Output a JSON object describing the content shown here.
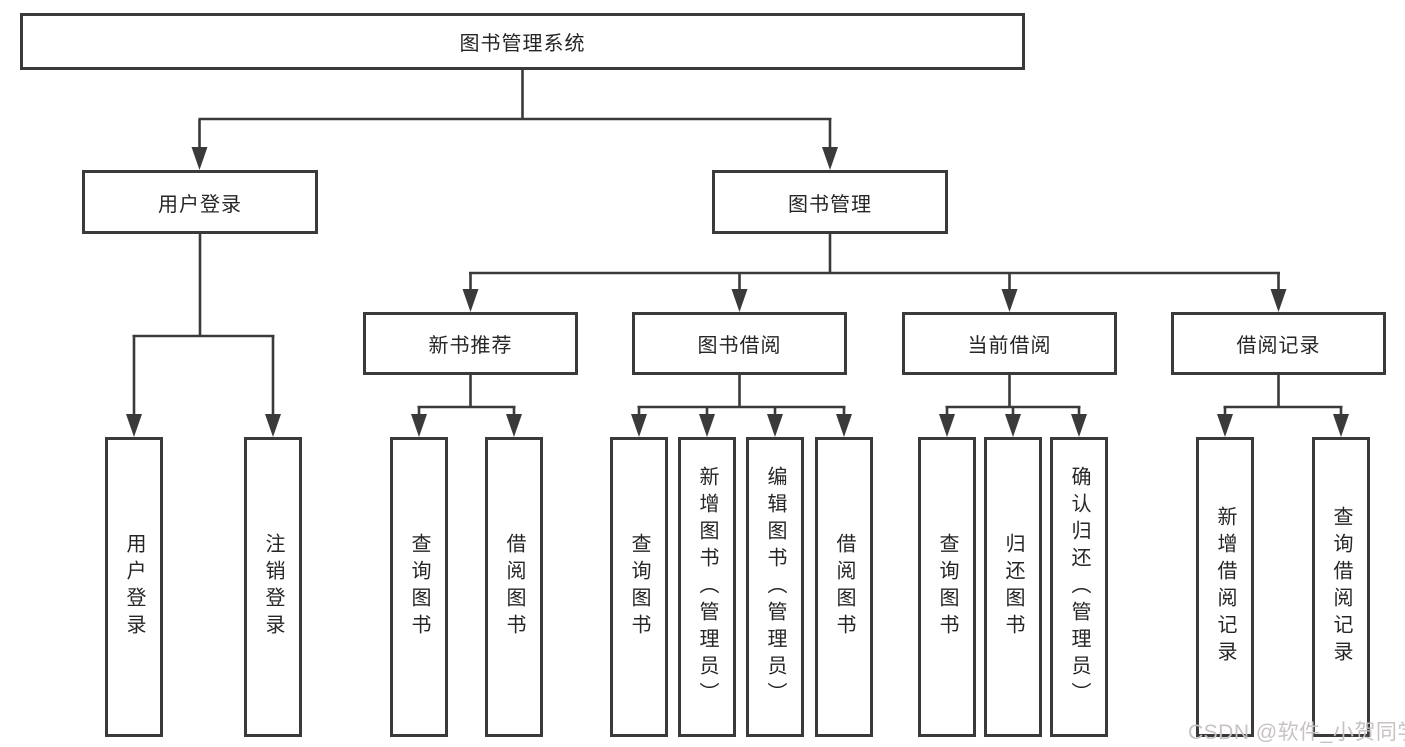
{
  "diagram": {
    "root": {
      "label": "图书管理系统"
    },
    "level2": [
      {
        "label": "用户登录"
      },
      {
        "label": "图书管理"
      }
    ],
    "level3": [
      {
        "label": "新书推荐"
      },
      {
        "label": "图书借阅"
      },
      {
        "label": "当前借阅"
      },
      {
        "label": "借阅记录"
      }
    ],
    "leaves": [
      {
        "label": "用户登录"
      },
      {
        "label": "注销登录"
      },
      {
        "label": "查询图书"
      },
      {
        "label": "借阅图书"
      },
      {
        "label": "查询图书"
      },
      {
        "label": "新增图书（管理员）"
      },
      {
        "label": "编辑图书（管理员）"
      },
      {
        "label": "借阅图书"
      },
      {
        "label": "查询图书"
      },
      {
        "label": "归还图书"
      },
      {
        "label": "确认归还（管理员）"
      },
      {
        "label": "新增借阅记录"
      },
      {
        "label": "查询借阅记录"
      }
    ]
  },
  "watermark": {
    "text": "CSDN @软件_小贺同学"
  },
  "colors": {
    "line": "#3a3a3a",
    "text": "#262626",
    "watermark": "#c9c2c2",
    "background": "#ffffff"
  }
}
